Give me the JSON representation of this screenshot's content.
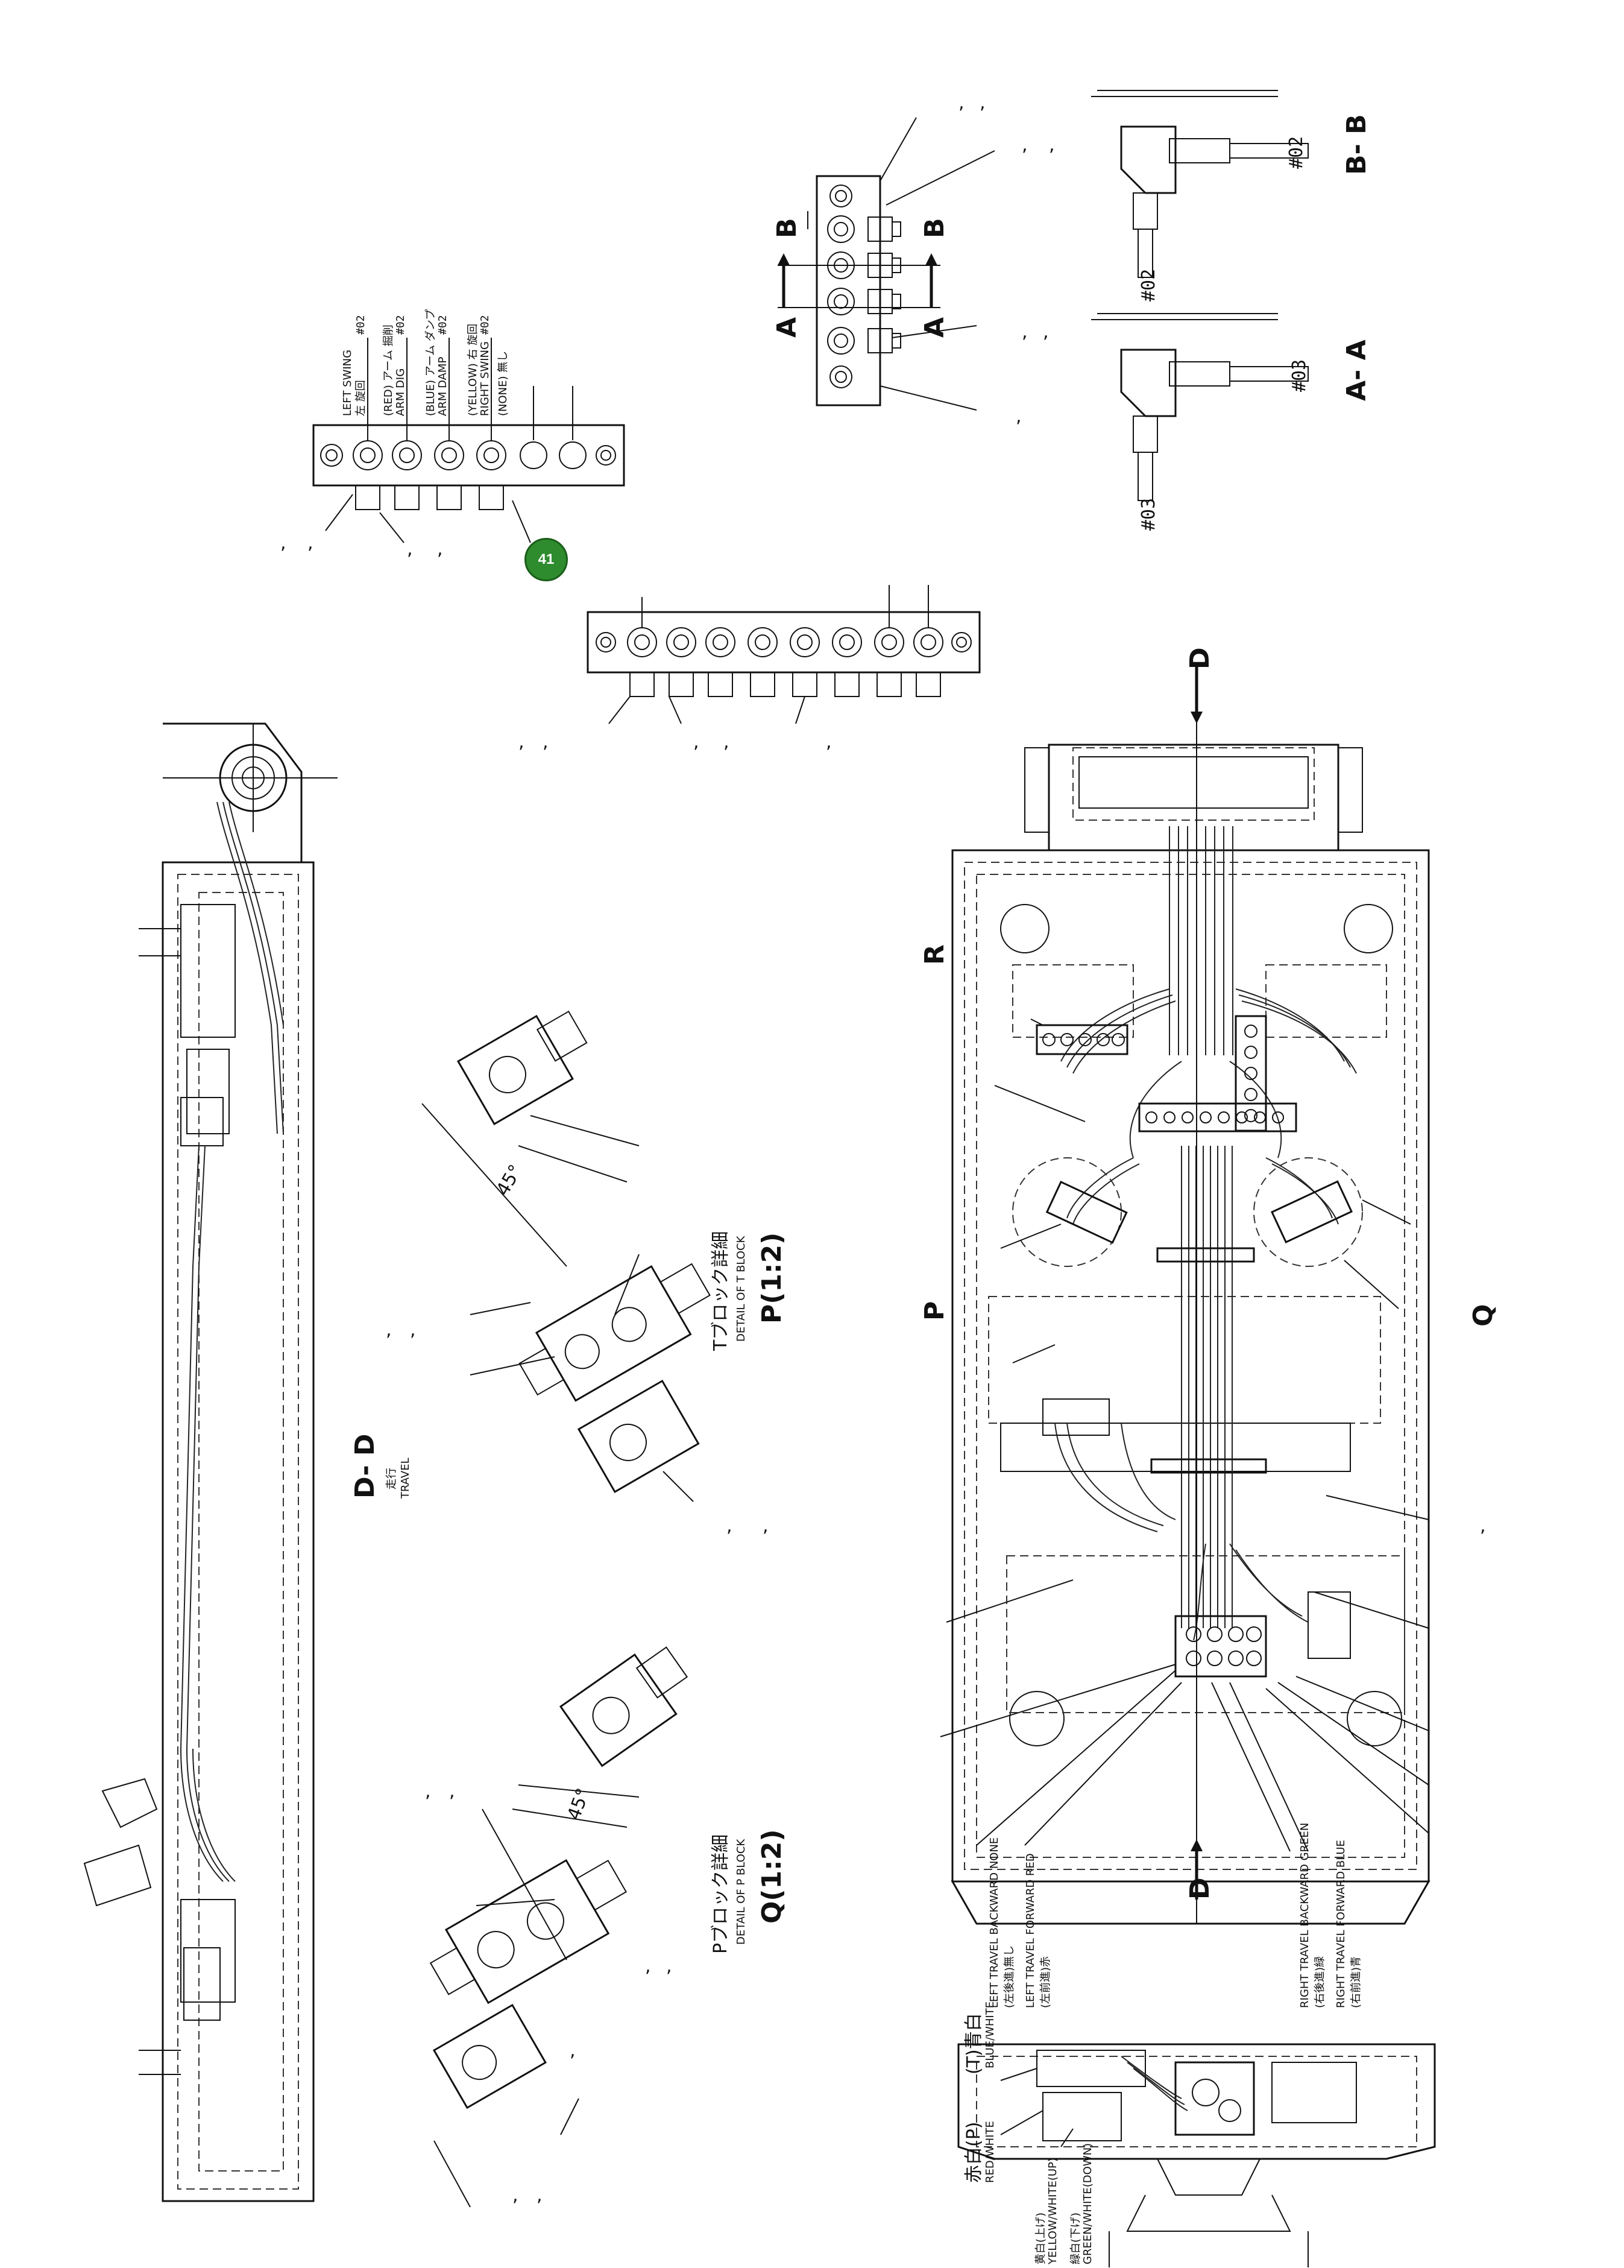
{
  "callout_badge": "41",
  "section_labels": {
    "aa_title": "A- A",
    "bb_title": "B- B",
    "dd_title": "D- D",
    "dd_sub_jp": "走行",
    "dd_sub_en": "TRAVEL",
    "a_arrow": "A",
    "b_arrow": "B",
    "d_arrow": "D",
    "view_r": "R",
    "view_p": "P",
    "view_q": "Q"
  },
  "fitting_codes": {
    "aa_fitting_1": "#03",
    "aa_fitting_2": "#03",
    "bb_fitting_1": "#02",
    "bb_fitting_2": "#02"
  },
  "swing_block_labels": [
    {
      "en": "LEFT SWING",
      "jp": "左 旋回",
      "code": "#02"
    },
    {
      "en": "ARM DIG",
      "jp": "(RED) アーム 掘削",
      "code": "#02"
    },
    {
      "en": "ARM DAMP",
      "jp": "(BLUE) アーム ダンプ",
      "code": "#02"
    },
    {
      "en": "RIGHT SWING",
      "jp": "(YELLOW) 右 旋回",
      "code": "#02"
    },
    {
      "en": "",
      "jp": "(NONE) 無し",
      "code": ""
    }
  ],
  "detail_t": {
    "title_jp": "Tブロック詳細",
    "title_en": "DETAIL OF T BLOCK",
    "scale": "P(1:2)",
    "angle": "45°"
  },
  "detail_p": {
    "title_jp": "Pブロック詳細",
    "title_en": "DETAIL OF P BLOCK",
    "scale": "Q(1:2)",
    "angle": "45°"
  },
  "travel_labels": [
    {
      "en": "LEFT TRAVEL BACKWARD NONE",
      "jp": "(左後進)無し"
    },
    {
      "en": "LEFT TRAVEL FORWARD RED",
      "jp": "(左前進)赤"
    },
    {
      "en": "RIGHT TRAVEL BACKWARD GREEN",
      "jp": "(右後進)緑"
    },
    {
      "en": "RIGHT TRAVEL FORWARD BLUE",
      "jp": "(右前進)青"
    }
  ],
  "bottom_labels": {
    "t_blue_white_jp": "(T)青白",
    "t_blue_white_en": "BLUE/WHITE",
    "p_red_white_jp": "赤白(P)",
    "p_red_white_en": "RED/WHITE",
    "yellow_white_jp": "黄白(上げ)",
    "yellow_white_en": "YELLOW/WHITE(UP)",
    "green_white_jp": "緑白(下げ)",
    "green_white_en": "GREEN/WHITE(DOWN)"
  },
  "leader_comma": ","
}
